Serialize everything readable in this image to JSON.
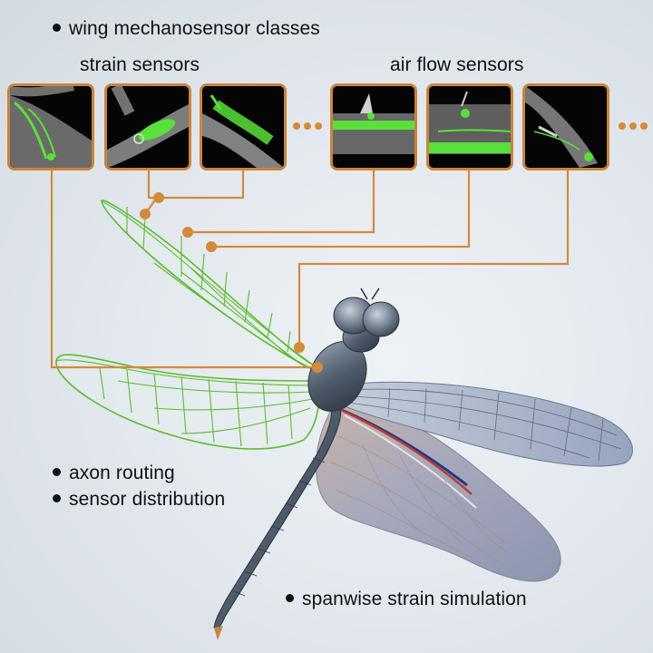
{
  "labels": {
    "header": "wing mechanosensor classes",
    "strain_sensors": "strain sensors",
    "air_flow_sensors": "air flow sensors",
    "axon_routing": "axon routing",
    "sensor_distribution": "sensor distribution",
    "spanwise_strain": "spanwise strain simulation"
  },
  "colors": {
    "accent": "#d38a3a",
    "panel_border": "#c9853a",
    "fluorescence": "#59e03a",
    "vein_green": "#5dbb2f",
    "body": "#4e5a6a"
  }
}
